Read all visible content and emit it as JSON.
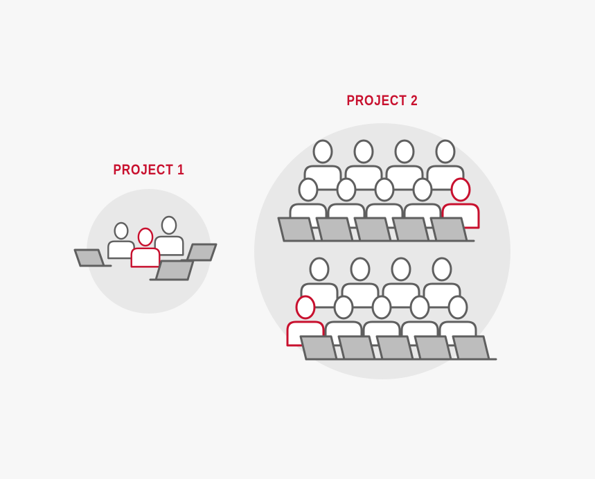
{
  "colors": {
    "background": "#f7f7f7",
    "circle": "#e8e8e8",
    "outline": "#5f5f5f",
    "accent": "#c8102e",
    "laptop_fill": "#bdbdbd",
    "person_fill": "#ffffff"
  },
  "projects": [
    {
      "title": "PROJECT 1",
      "people_count": 3,
      "highlighted_count": 1,
      "icons": [
        "person-icon",
        "laptop-icon"
      ]
    },
    {
      "title": "PROJECT 2",
      "people_count": 18,
      "highlighted_count": 2,
      "icons": [
        "person-icon",
        "laptop-icon"
      ]
    }
  ]
}
